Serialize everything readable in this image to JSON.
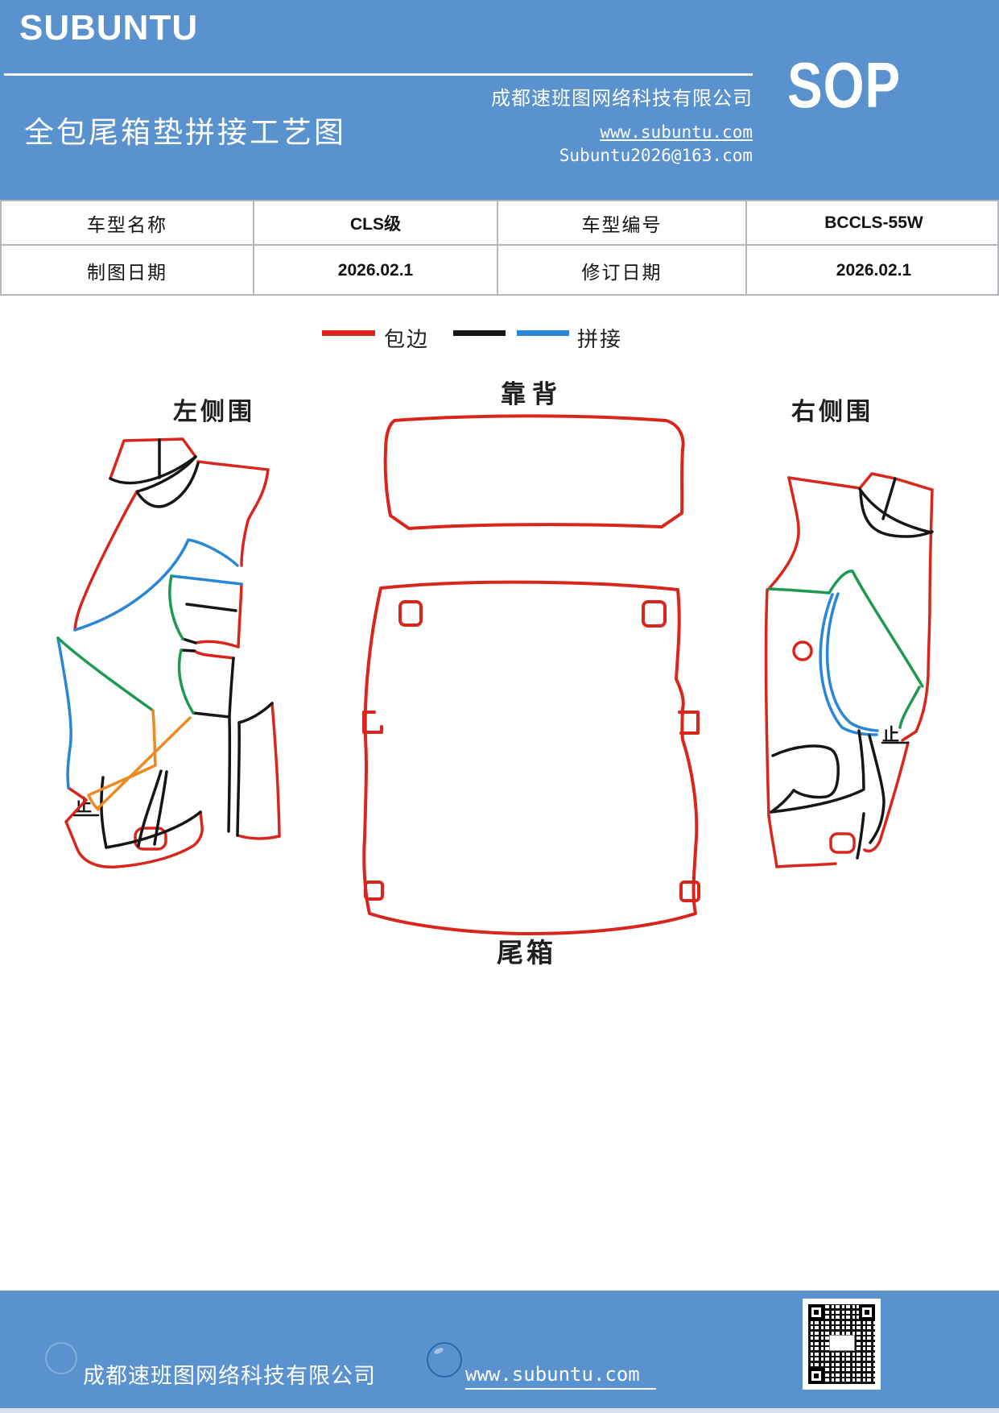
{
  "colors": {
    "header_bg": "#5a92cf",
    "footer_bg": "#5a92cf",
    "footer_strip": "#d9e1ed",
    "white": "#ffffff",
    "table_border": "#b3b7bb",
    "text_dark": "#1c1c1c",
    "red": "#d8261d",
    "black_line": "#161616",
    "blue": "#2a86d7",
    "green": "#1d9a4f",
    "orange": "#f0871f",
    "wechat_green": "#6fc02e",
    "building_green": "#2aa26b",
    "globe_blue": "#3d82d6",
    "globe_land": "#58c24a"
  },
  "header": {
    "logo": "SUBUNTU",
    "title": "全包尾箱垫拼接工艺图",
    "company": "成都速班图网络科技有限公司",
    "website": "www.subuntu.com",
    "email": "Subuntu2026@163.com",
    "badge": "SOP"
  },
  "info_table": {
    "rows": [
      [
        "车型名称",
        "CLS级",
        "车型编号",
        "BCCLS-55W"
      ],
      [
        "制图日期",
        "2026.02.1",
        "修订日期",
        "2026.02.1"
      ]
    ]
  },
  "legend": {
    "items": [
      {
        "label": "包边"
      },
      {
        "label": "拼接"
      }
    ]
  },
  "diagram": {
    "left_label": "左侧围",
    "back_label": "靠背",
    "right_label": "右侧围",
    "trunk_label": "尾箱",
    "stop_mark_left": "止",
    "stop_mark_right": "止"
  },
  "footer": {
    "company": "成都速班图网络科技有限公司",
    "website": "www.subuntu.com"
  }
}
